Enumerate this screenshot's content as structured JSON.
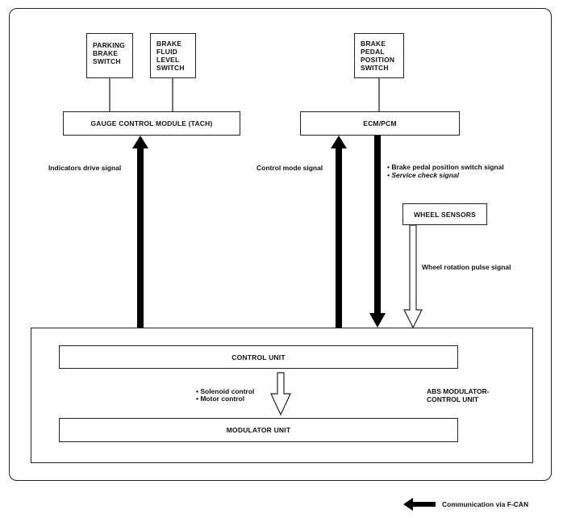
{
  "boxes": {
    "parking_brake": [
      "PARKING",
      "BRAKE",
      "SWITCH"
    ],
    "brake_fluid": [
      "BRAKE",
      "FLUID",
      "LEVEL",
      "SWITCH"
    ],
    "brake_pedal": [
      "BRAKE",
      "PEDAL",
      "POSITION",
      "SWITCH"
    ],
    "gauge_control_module": "GAUGE CONTROL MODULE (TACH)",
    "ecm_pcm": "ECM/PCM",
    "wheel_sensors": "WHEEL SENSORS",
    "control_unit": "CONTROL UNIT",
    "modulator_unit": "MODULATOR UNIT"
  },
  "labels": {
    "indicators_drive_signal": "Indicators drive signal",
    "control_mode_signal": "Control mode signal",
    "brake_pedal_signal": "• Brake pedal position switch signal",
    "service_check_signal": "• Service check signal",
    "wheel_rotation_pulse_signal": "Wheel rotation pulse signal",
    "solenoid_control": "• Solenoid control",
    "motor_control": "• Motor control",
    "abs_modulator_control_unit": [
      "ABS MODULATOR-",
      "CONTROL UNIT"
    ]
  },
  "legend": {
    "f_can": "Communication via F-CAN"
  },
  "colors": {
    "line": "#222222",
    "fcan_arrow": "#000000",
    "hollow_arrow_fill": "#ffffff"
  }
}
